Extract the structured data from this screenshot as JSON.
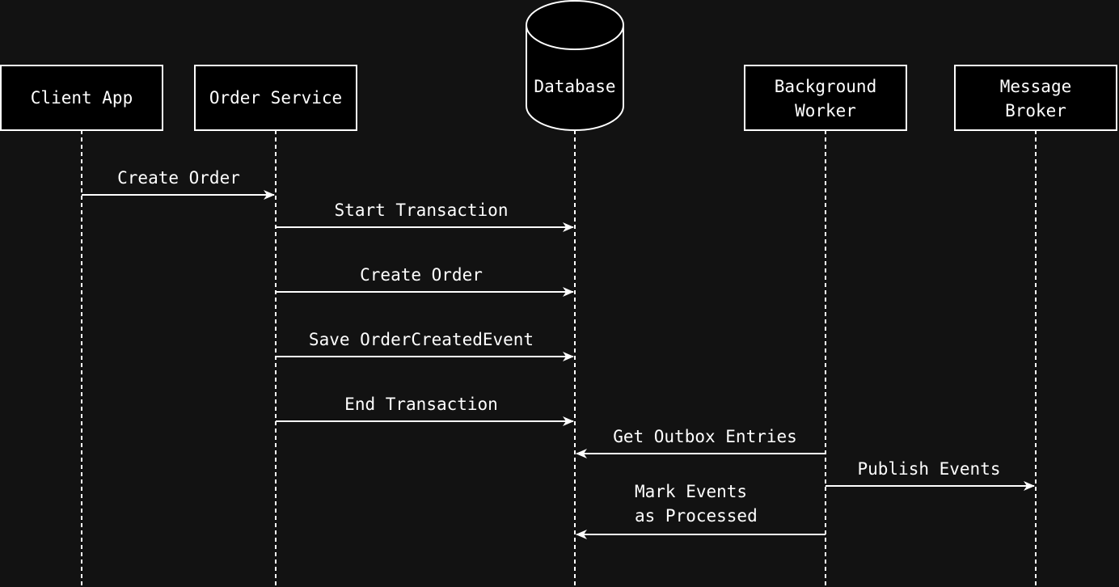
{
  "participants": {
    "client": {
      "lines": [
        "Client App"
      ]
    },
    "order": {
      "lines": [
        "Order Service"
      ]
    },
    "db": {
      "lines": [
        "Database"
      ]
    },
    "worker": {
      "lines": [
        "Background",
        "Worker"
      ]
    },
    "broker": {
      "lines": [
        "Message",
        "Broker"
      ]
    }
  },
  "messages": [
    {
      "from": "client",
      "to": "order",
      "lines": [
        "Create Order"
      ]
    },
    {
      "from": "order",
      "to": "db",
      "lines": [
        "Start Transaction"
      ]
    },
    {
      "from": "order",
      "to": "db",
      "lines": [
        "Create Order"
      ]
    },
    {
      "from": "order",
      "to": "db",
      "lines": [
        "Save OrderCreatedEvent"
      ]
    },
    {
      "from": "order",
      "to": "db",
      "lines": [
        "End Transaction"
      ]
    },
    {
      "from": "worker",
      "to": "db",
      "lines": [
        "Get Outbox Entries"
      ]
    },
    {
      "from": "worker",
      "to": "broker",
      "lines": [
        "Publish Events"
      ]
    },
    {
      "from": "worker",
      "to": "db",
      "lines": [
        "Mark Events",
        "as Processed"
      ]
    }
  ]
}
